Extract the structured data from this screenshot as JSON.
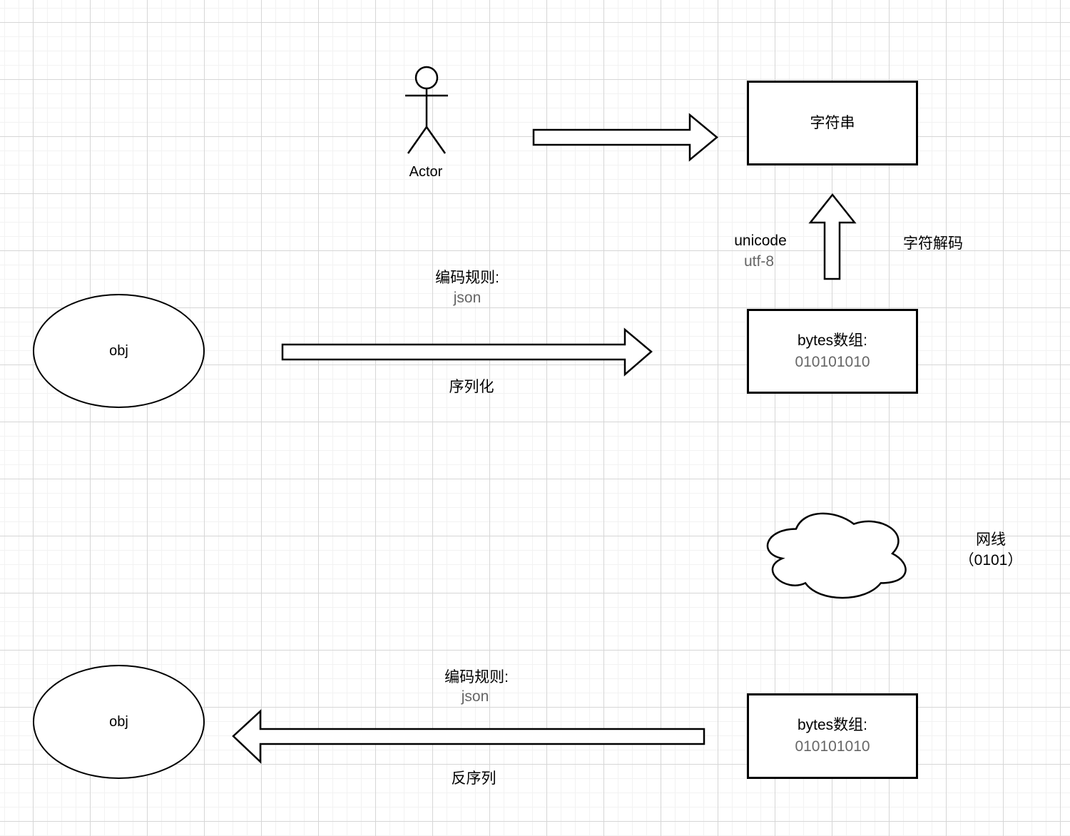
{
  "colors": {
    "stroke": "#000000",
    "text_primary": "#000000",
    "text_muted": "#666666",
    "shape_fill": "#ffffff",
    "grid_minor": "#f2f2f2",
    "grid_major": "#d6d6d6",
    "background": "#ffffff"
  },
  "diagram": {
    "actor": {
      "label": "Actor"
    },
    "string_box": {
      "label": "字符串"
    },
    "decode": {
      "method_line1": "unicode",
      "method_line2": "utf-8",
      "label": "字符解码"
    },
    "serialize": {
      "rule_title": "编码规则:",
      "rule_value": "json",
      "action": "序列化"
    },
    "deserialize": {
      "rule_title": "编码规则:",
      "rule_value": "json",
      "action": "反序列"
    },
    "obj_top": {
      "label": "obj"
    },
    "obj_bottom": {
      "label": "obj"
    },
    "bytes_top": {
      "title": "bytes数组:",
      "value": "010101010"
    },
    "bytes_bottom": {
      "title": "bytes数组:",
      "value": "010101010"
    },
    "network": {
      "label_line1": "网线",
      "label_line2": "（0101）"
    }
  }
}
